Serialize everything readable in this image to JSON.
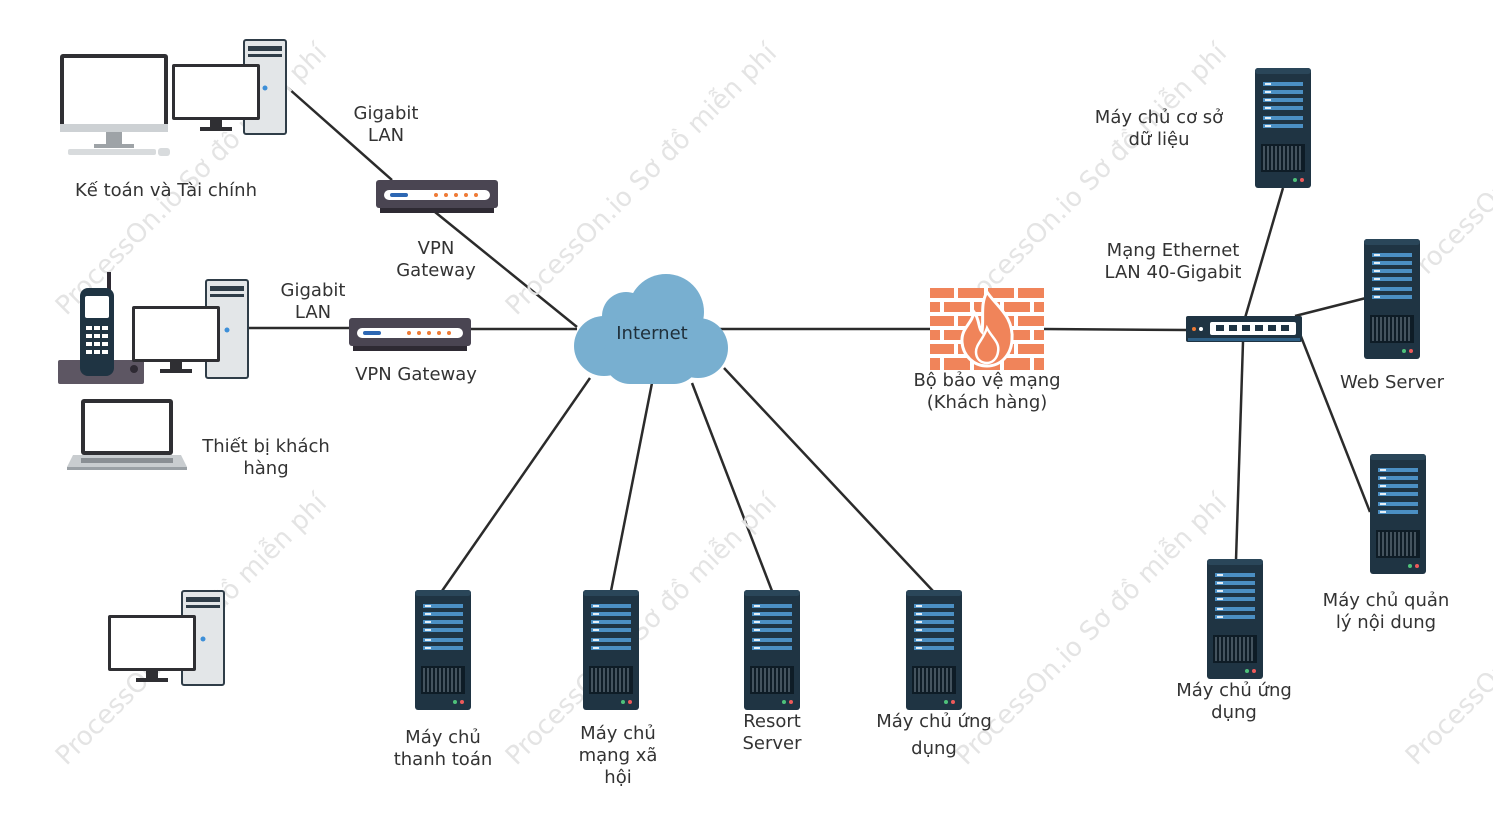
{
  "watermark": "ProcessOn.io Sơ đồ miễn phí",
  "labels": {
    "accounting": "Kế toán và Tài chính",
    "gigabit_lan_1": "Gigabit\nLAN",
    "vpn_gateway_1": "VPN\nGateway",
    "gigabit_lan_2": "Gigabit\nLAN",
    "vpn_gateway_2": "VPN Gateway",
    "client_devices": "Thiết bị khách hàng",
    "internet": "Internet",
    "firewall": "Bộ bảo vệ mạng\n(Khách hàng)",
    "ethernet": "Mạng Ethernet\nLAN 40-Gigabit",
    "db_server": "Máy chủ cơ sở\ndữ liệu",
    "web_server": "Web Server",
    "cms_server": "Máy chủ quản\nlý nội dung",
    "app_server_right": "Máy chủ ứng\ndụng",
    "payment_server": "Máy chủ\nthanh toán",
    "social_server": "Máy chủ\nmạng xã\nhội",
    "resort_server": "Resort\nServer",
    "app_server_bottom": "Máy chủ ứng\ndụng"
  },
  "colors": {
    "line": "#2b2b2b",
    "cloud": "#78afd0",
    "firewall": "#f0845a",
    "server_body": "#1f3443",
    "server_stripe": "#4b8fc3",
    "router": "#4a4552",
    "monitor": "#cfd3d6"
  }
}
